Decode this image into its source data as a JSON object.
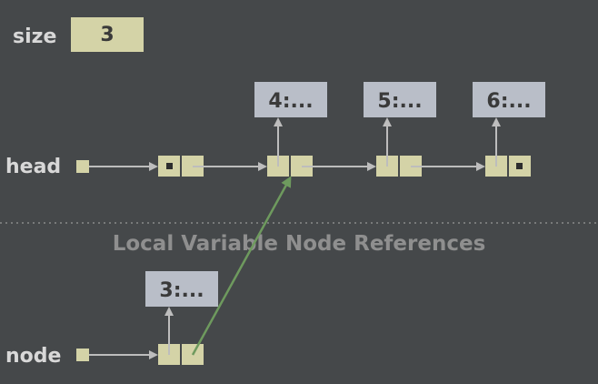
{
  "size": {
    "label": "size",
    "value": "3"
  },
  "head": {
    "label": "head"
  },
  "node": {
    "label": "node"
  },
  "section_label": "Local Variable Node References",
  "list_values": [
    "4:...",
    "5:...",
    "6:..."
  ],
  "local_value": "3:...",
  "colors": {
    "background": "#45484a",
    "cell_fill": "#d4d3a7",
    "value_box_fill": "#b9bec8",
    "arrow": "#bdbdbd",
    "highlight_arrow": "#6e9a5e",
    "label_text": "#d8d8d8",
    "section_text": "#8f8f8f"
  }
}
